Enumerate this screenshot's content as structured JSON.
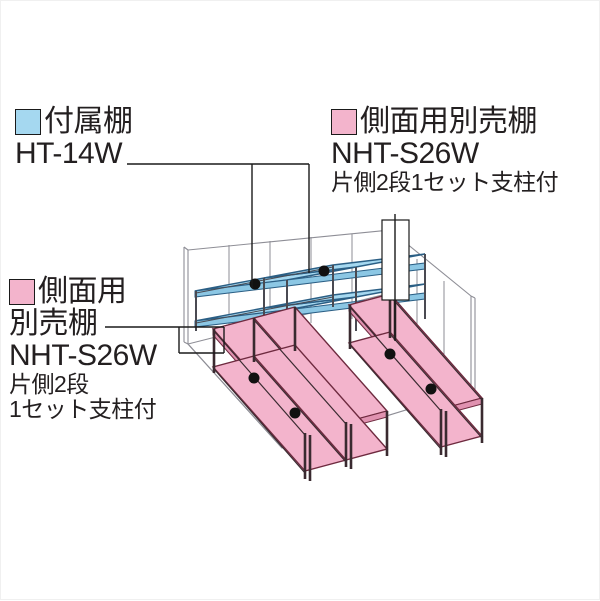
{
  "diagram": {
    "title": "shelf-layout-isometric",
    "colors": {
      "shelf_blue": "#a5d8f0",
      "shelf_blue_edge": "#2b5f85",
      "shelf_pink": "#f3b4cc",
      "shelf_pink_edge": "#6e2a3f",
      "frame_gray": "#8a8a92",
      "post_dark": "#3a2a30",
      "outline": "#4a4a52",
      "text": "#231f20",
      "background": "#ffffff"
    }
  },
  "legends": {
    "blue_shelf": {
      "swatch_color": "#a5d8f0",
      "name": "付属棚",
      "code": "HT-14W"
    },
    "pink_shelf_right": {
      "swatch_color": "#f3b4cc",
      "name": "側面用別売棚",
      "code": "NHT-S26W",
      "spec": "片側2段1セット支柱付"
    },
    "pink_shelf_left": {
      "swatch_color": "#f3b4cc",
      "name_line1": "側面用",
      "name_line2": "別売棚",
      "code": "NHT-S26W",
      "spec_line1": "片側2段",
      "spec_line2": "1セット支柱付"
    }
  }
}
